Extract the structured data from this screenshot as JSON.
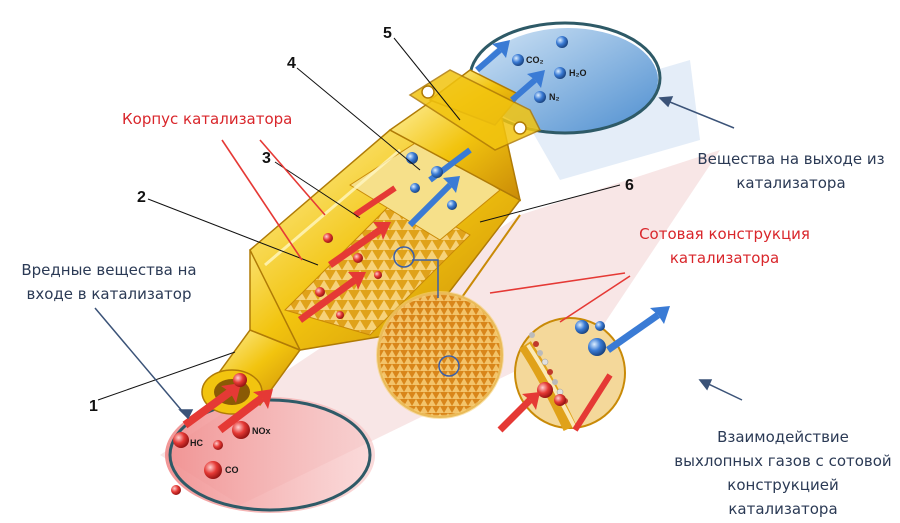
{
  "labels": {
    "housing": "Корпус катализатора",
    "honeycomb": "Сотовая конструкция катализатора",
    "harmful_in": "Вредные вещества на входе в катализатор",
    "outlet": "Вещества на выходе из катализатора",
    "interaction": "Взаимодействие выхлопных газов с сотовой конструкцией катализатора"
  },
  "numbers": [
    "1",
    "2",
    "3",
    "4",
    "5",
    "6"
  ],
  "chemicals_in": [
    "HC",
    "NOx",
    "CO"
  ],
  "chemicals_out": [
    "CO₂",
    "H₂O",
    "N₂"
  ],
  "colors": {
    "housing": "#f2c40f",
    "inlet_zone": "#f08a8a",
    "outlet_zone": "#5f9fd8",
    "label_red": "#d9262b",
    "label_blue": "#2b3a55"
  }
}
